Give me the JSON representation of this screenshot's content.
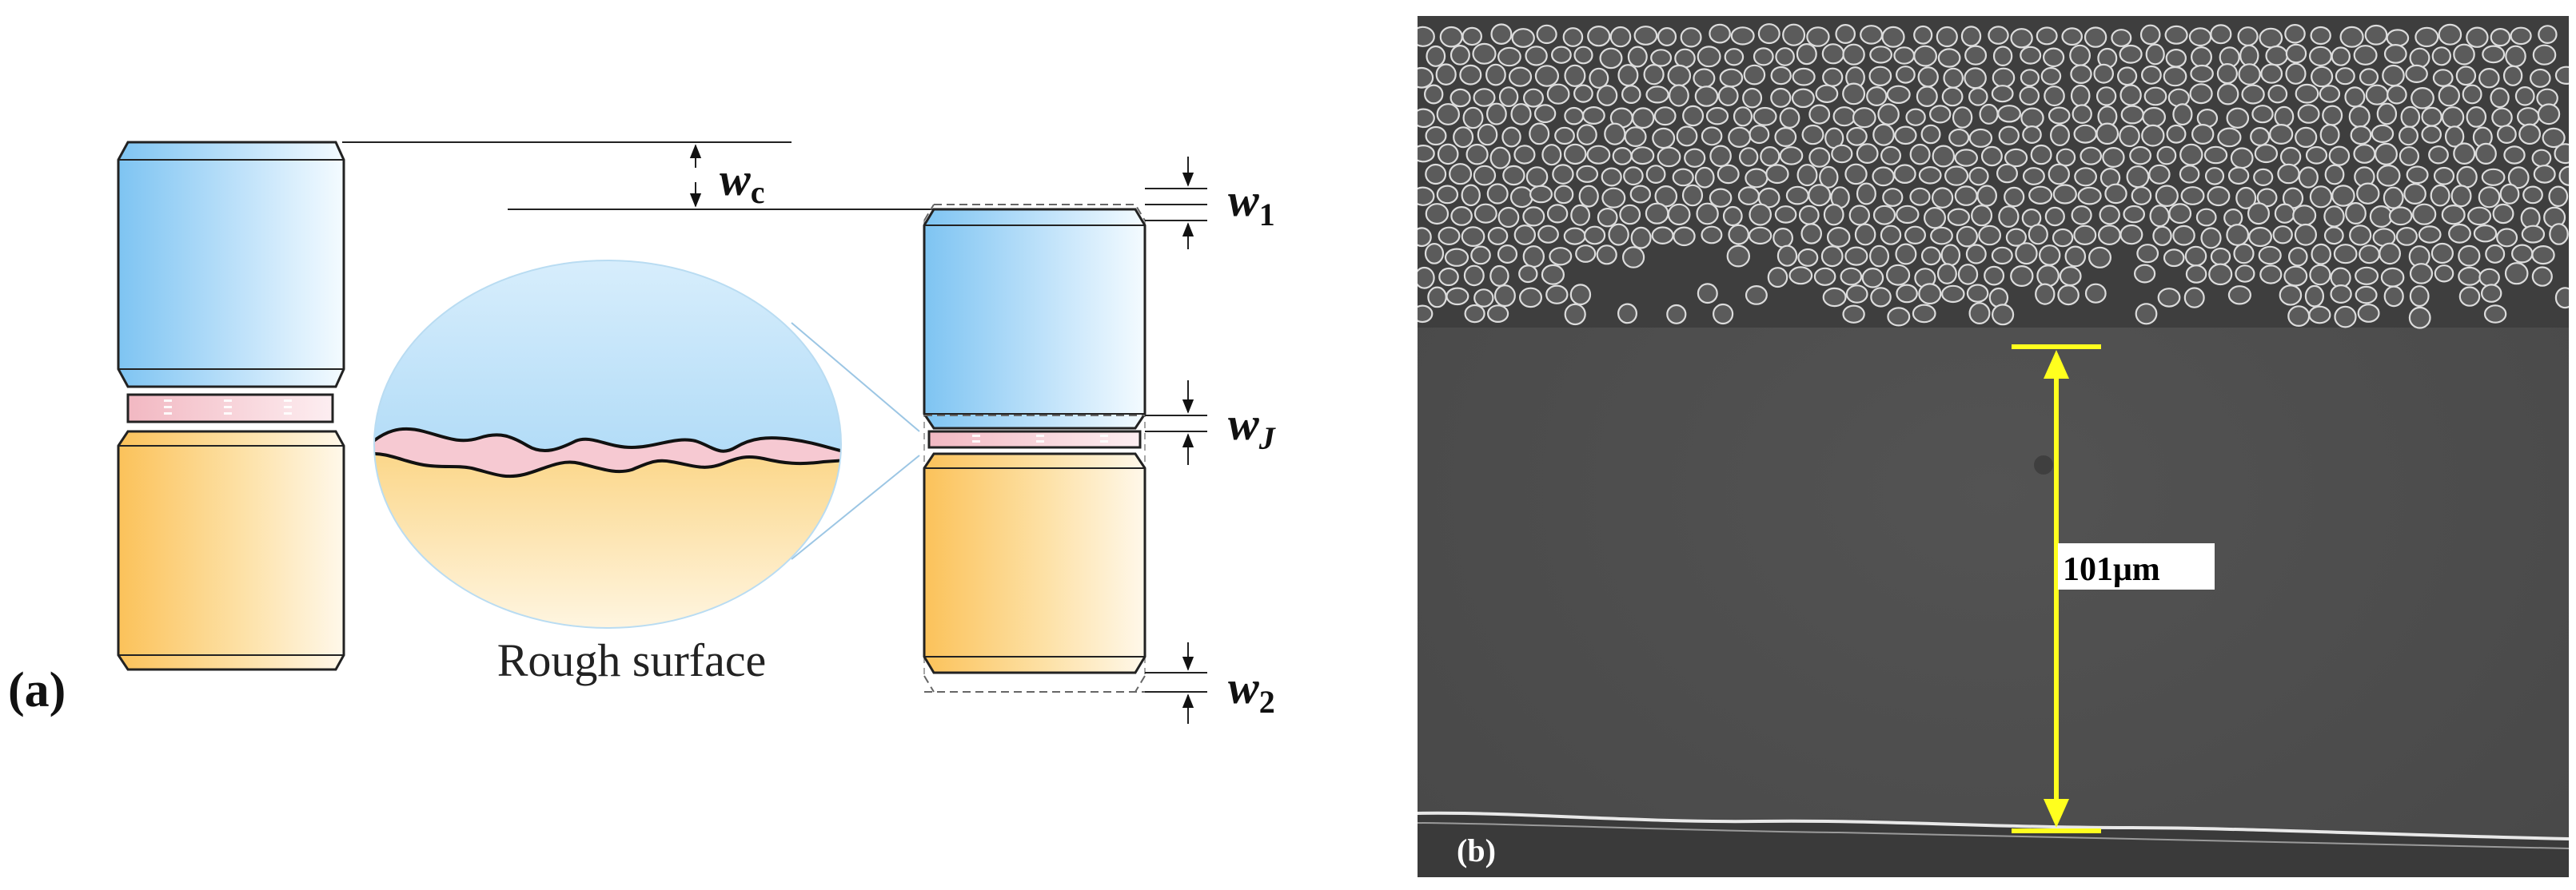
{
  "panel_a": {
    "label": "(a)",
    "caption": "Rough surface",
    "symbols": {
      "wc": {
        "base": "w",
        "sub": "c"
      },
      "w1": {
        "base": "w",
        "sub": "1"
      },
      "wJ": {
        "base": "w",
        "sub": "J"
      },
      "w2": {
        "base": "w",
        "sub": "2"
      }
    }
  },
  "panel_b": {
    "label": "(b)",
    "scale_label": "101μm"
  },
  "colors": {
    "upper_block": "#8ecdf4",
    "lower_block": "#fbc865",
    "interlayer": "#f6c9d0",
    "scale_bar": "#ffff1e",
    "sem_background": "#505050"
  }
}
